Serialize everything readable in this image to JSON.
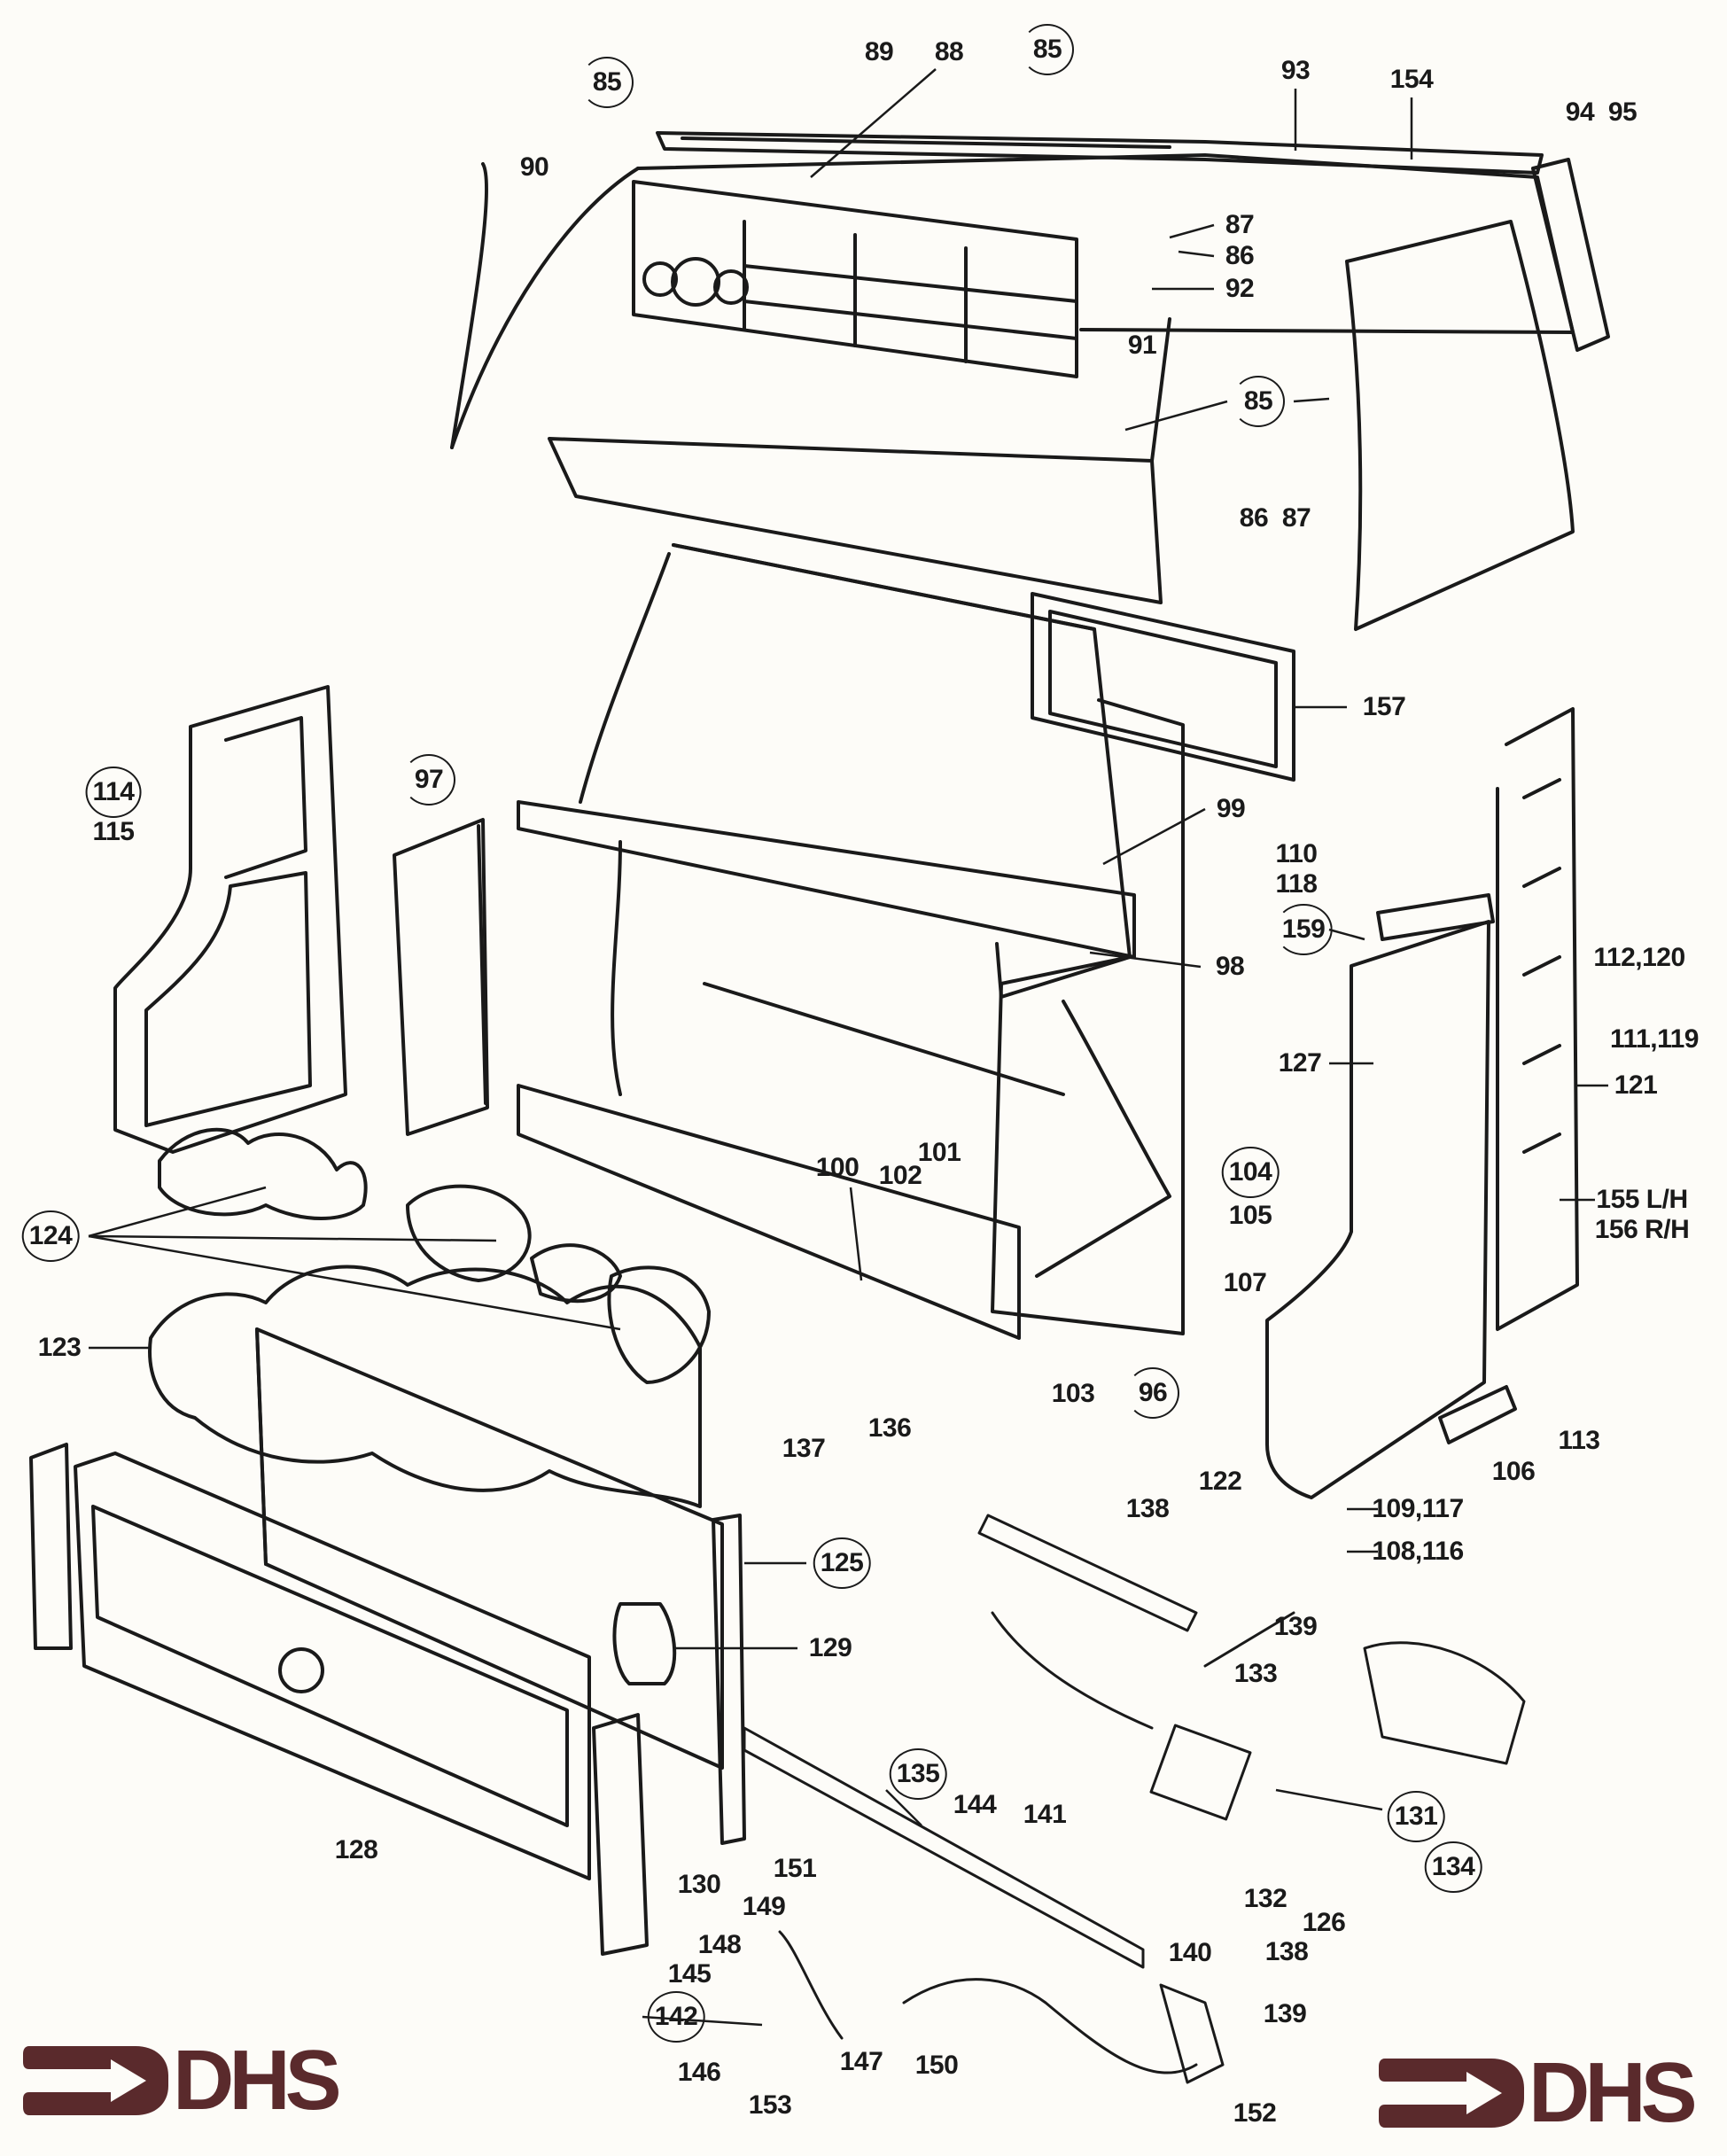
{
  "diagram": {
    "type": "exploded-parts-diagram",
    "subject": "Gas fire assembly",
    "colors": {
      "ink": "#1a1a1a",
      "paper": "#fdfcf8",
      "brand": "#5a2a2c"
    }
  },
  "labels": {
    "l85a": "85",
    "l89": "89",
    "l88": "88",
    "l85b": "85",
    "l93": "93",
    "l154": "154",
    "l94_95": "94  95",
    "l90": "90",
    "l87a": "87",
    "l86a": "86",
    "l92": "92",
    "l91": "91",
    "l85c": "85",
    "l86_87": "86  87",
    "l157": "157",
    "l114": "114",
    "l115": "115",
    "l97": "97",
    "l99": "99",
    "l110": "110",
    "l118": "118",
    "l159": "159",
    "l98": "98",
    "l112_120": "112,120",
    "l111_119": "111,119",
    "l127": "127",
    "l121": "121",
    "l101": "101",
    "l100": "100",
    "l102": "102",
    "l104": "104",
    "l105": "105",
    "l155": "155 L/H",
    "l156": "156 R/H",
    "l124": "124",
    "l107": "107",
    "l123": "123",
    "l103": "103",
    "l96": "96",
    "l136": "136",
    "l113": "113",
    "l137": "137",
    "l106": "106",
    "l122": "122",
    "l138a": "138",
    "l109_117": "109,117",
    "l108_116": "108,116",
    "l125": "125",
    "l139a": "139",
    "l129": "129",
    "l133": "133",
    "l135": "135",
    "l144": "144",
    "l131": "131",
    "l141": "141",
    "l128": "128",
    "l134": "134",
    "l151": "151",
    "l130": "130",
    "l132": "132",
    "l149": "149",
    "l126": "126",
    "l148": "148",
    "l140": "140",
    "l138b": "138",
    "l145": "145",
    "l142": "142",
    "l139b": "139",
    "l146": "146",
    "l147": "147",
    "l150": "150",
    "l153": "153",
    "l152": "152"
  },
  "branding": {
    "logo_left_text": "DHS",
    "logo_right_text": "DHS"
  }
}
